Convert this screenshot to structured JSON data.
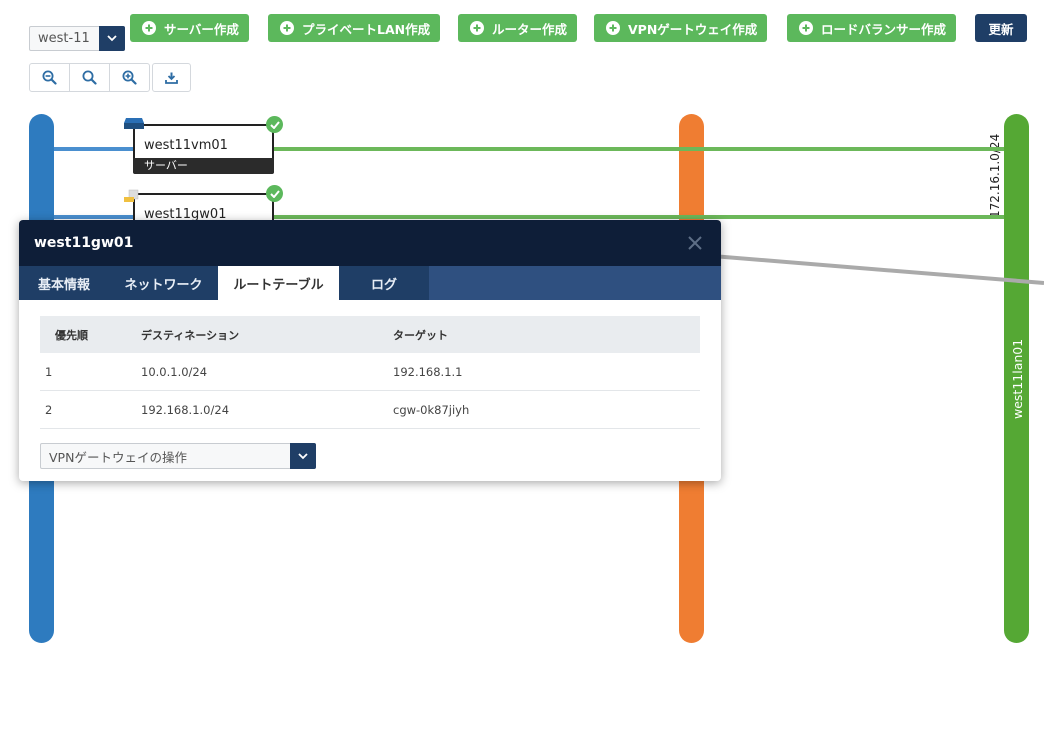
{
  "toolbar": {
    "zone_value": "west-11",
    "buttons": [
      {
        "label": "サーバー作成"
      },
      {
        "label": "プライベートLAN作成"
      },
      {
        "label": "ルーター作成"
      },
      {
        "label": "VPNゲートウェイ作成"
      },
      {
        "label": "ロードバランサー作成"
      }
    ],
    "refresh_label": "更新",
    "zoom_icons": [
      "zoom-out-icon",
      "zoom-reset-icon",
      "zoom-in-icon"
    ],
    "download_icon": "download-icon"
  },
  "topology": {
    "nodes": [
      {
        "name": "west11vm01",
        "type": "サーバー",
        "status": "ok"
      },
      {
        "name": "west11gw01",
        "status": "ok"
      }
    ],
    "lan_label": "west11lan01",
    "subnet_label": "172.16.1.0/24",
    "colors": {
      "blue": "#2e7bbf",
      "orange": "#ef7d32",
      "green": "#55a834",
      "line_green": "#6cb85a",
      "gray": "#aaaaaa"
    }
  },
  "popup": {
    "title": "west11gw01",
    "tabs": [
      {
        "label": "基本情報"
      },
      {
        "label": "ネットワーク"
      },
      {
        "label": "ルートテーブル"
      },
      {
        "label": "ログ"
      }
    ],
    "active_tab": "ルートテーブル",
    "table": {
      "headers": [
        "優先順",
        "デスティネーション",
        "ターゲット"
      ],
      "rows": [
        [
          "1",
          "10.0.1.0/24",
          "192.168.1.1"
        ],
        [
          "2",
          "192.168.1.0/24",
          "cgw-0k87jiyh"
        ]
      ]
    },
    "ops_select_value": "VPNゲートウェイの操作"
  }
}
